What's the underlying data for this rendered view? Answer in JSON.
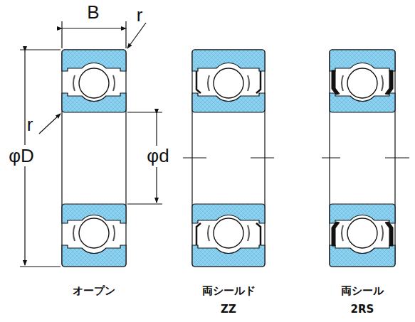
{
  "diagram": {
    "labels": [
      "B",
      "r",
      "r",
      "φD",
      "φd",
      "オープン",
      "両シールド",
      "ZZ",
      "両シール",
      "2RS"
    ]
  }
}
